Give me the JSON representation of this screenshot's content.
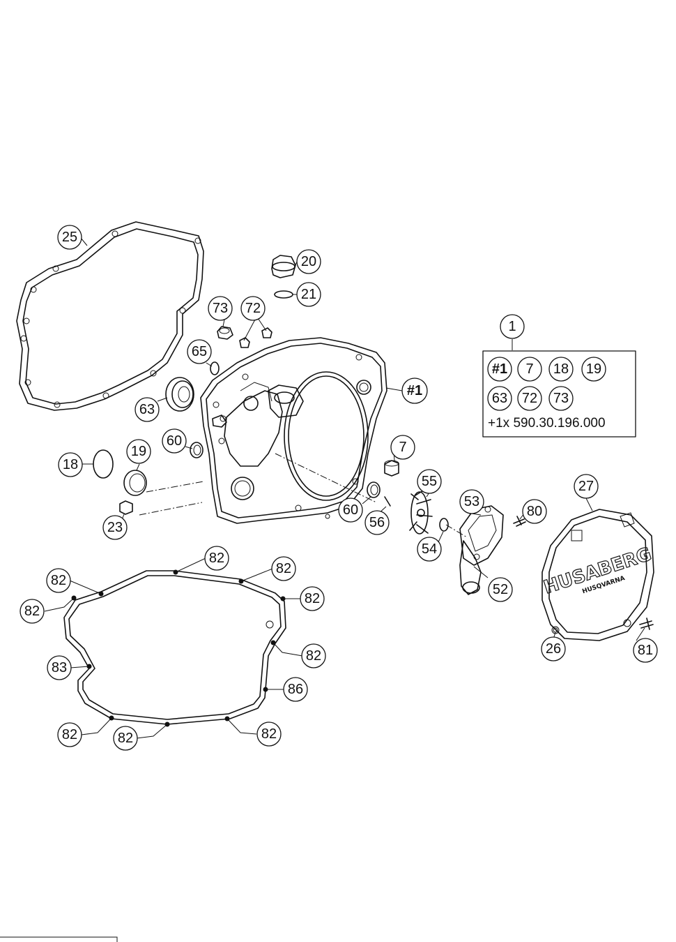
{
  "callouts": {
    "c25": "25",
    "c20": "20",
    "c21": "21",
    "c73": "73",
    "c72": "72",
    "c65": "65",
    "c63": "63",
    "c60a": "60",
    "c19": "19",
    "c18": "18",
    "c23": "23",
    "c_hash1": "#1",
    "c7": "7",
    "c55": "55",
    "c60b": "60",
    "c56": "56",
    "c53": "53",
    "c54": "54",
    "c52": "52",
    "c80": "80",
    "c27": "27",
    "c26": "26",
    "c81": "81",
    "c1": "1",
    "c82a": "82",
    "c82b": "82",
    "c82c": "82",
    "c82d": "82",
    "c82e": "82",
    "c82f": "82",
    "c82g": "82",
    "c82h": "82",
    "c82i": "82",
    "c83": "83",
    "c86": "86"
  },
  "kit_box": {
    "row1": [
      "#1",
      "7",
      "18",
      "19"
    ],
    "row2": [
      "63",
      "72",
      "73"
    ],
    "note": "+1x 590.30.196.000"
  },
  "logo": {
    "brand": "HUSABERG",
    "sub": "HUSQVARNA"
  }
}
